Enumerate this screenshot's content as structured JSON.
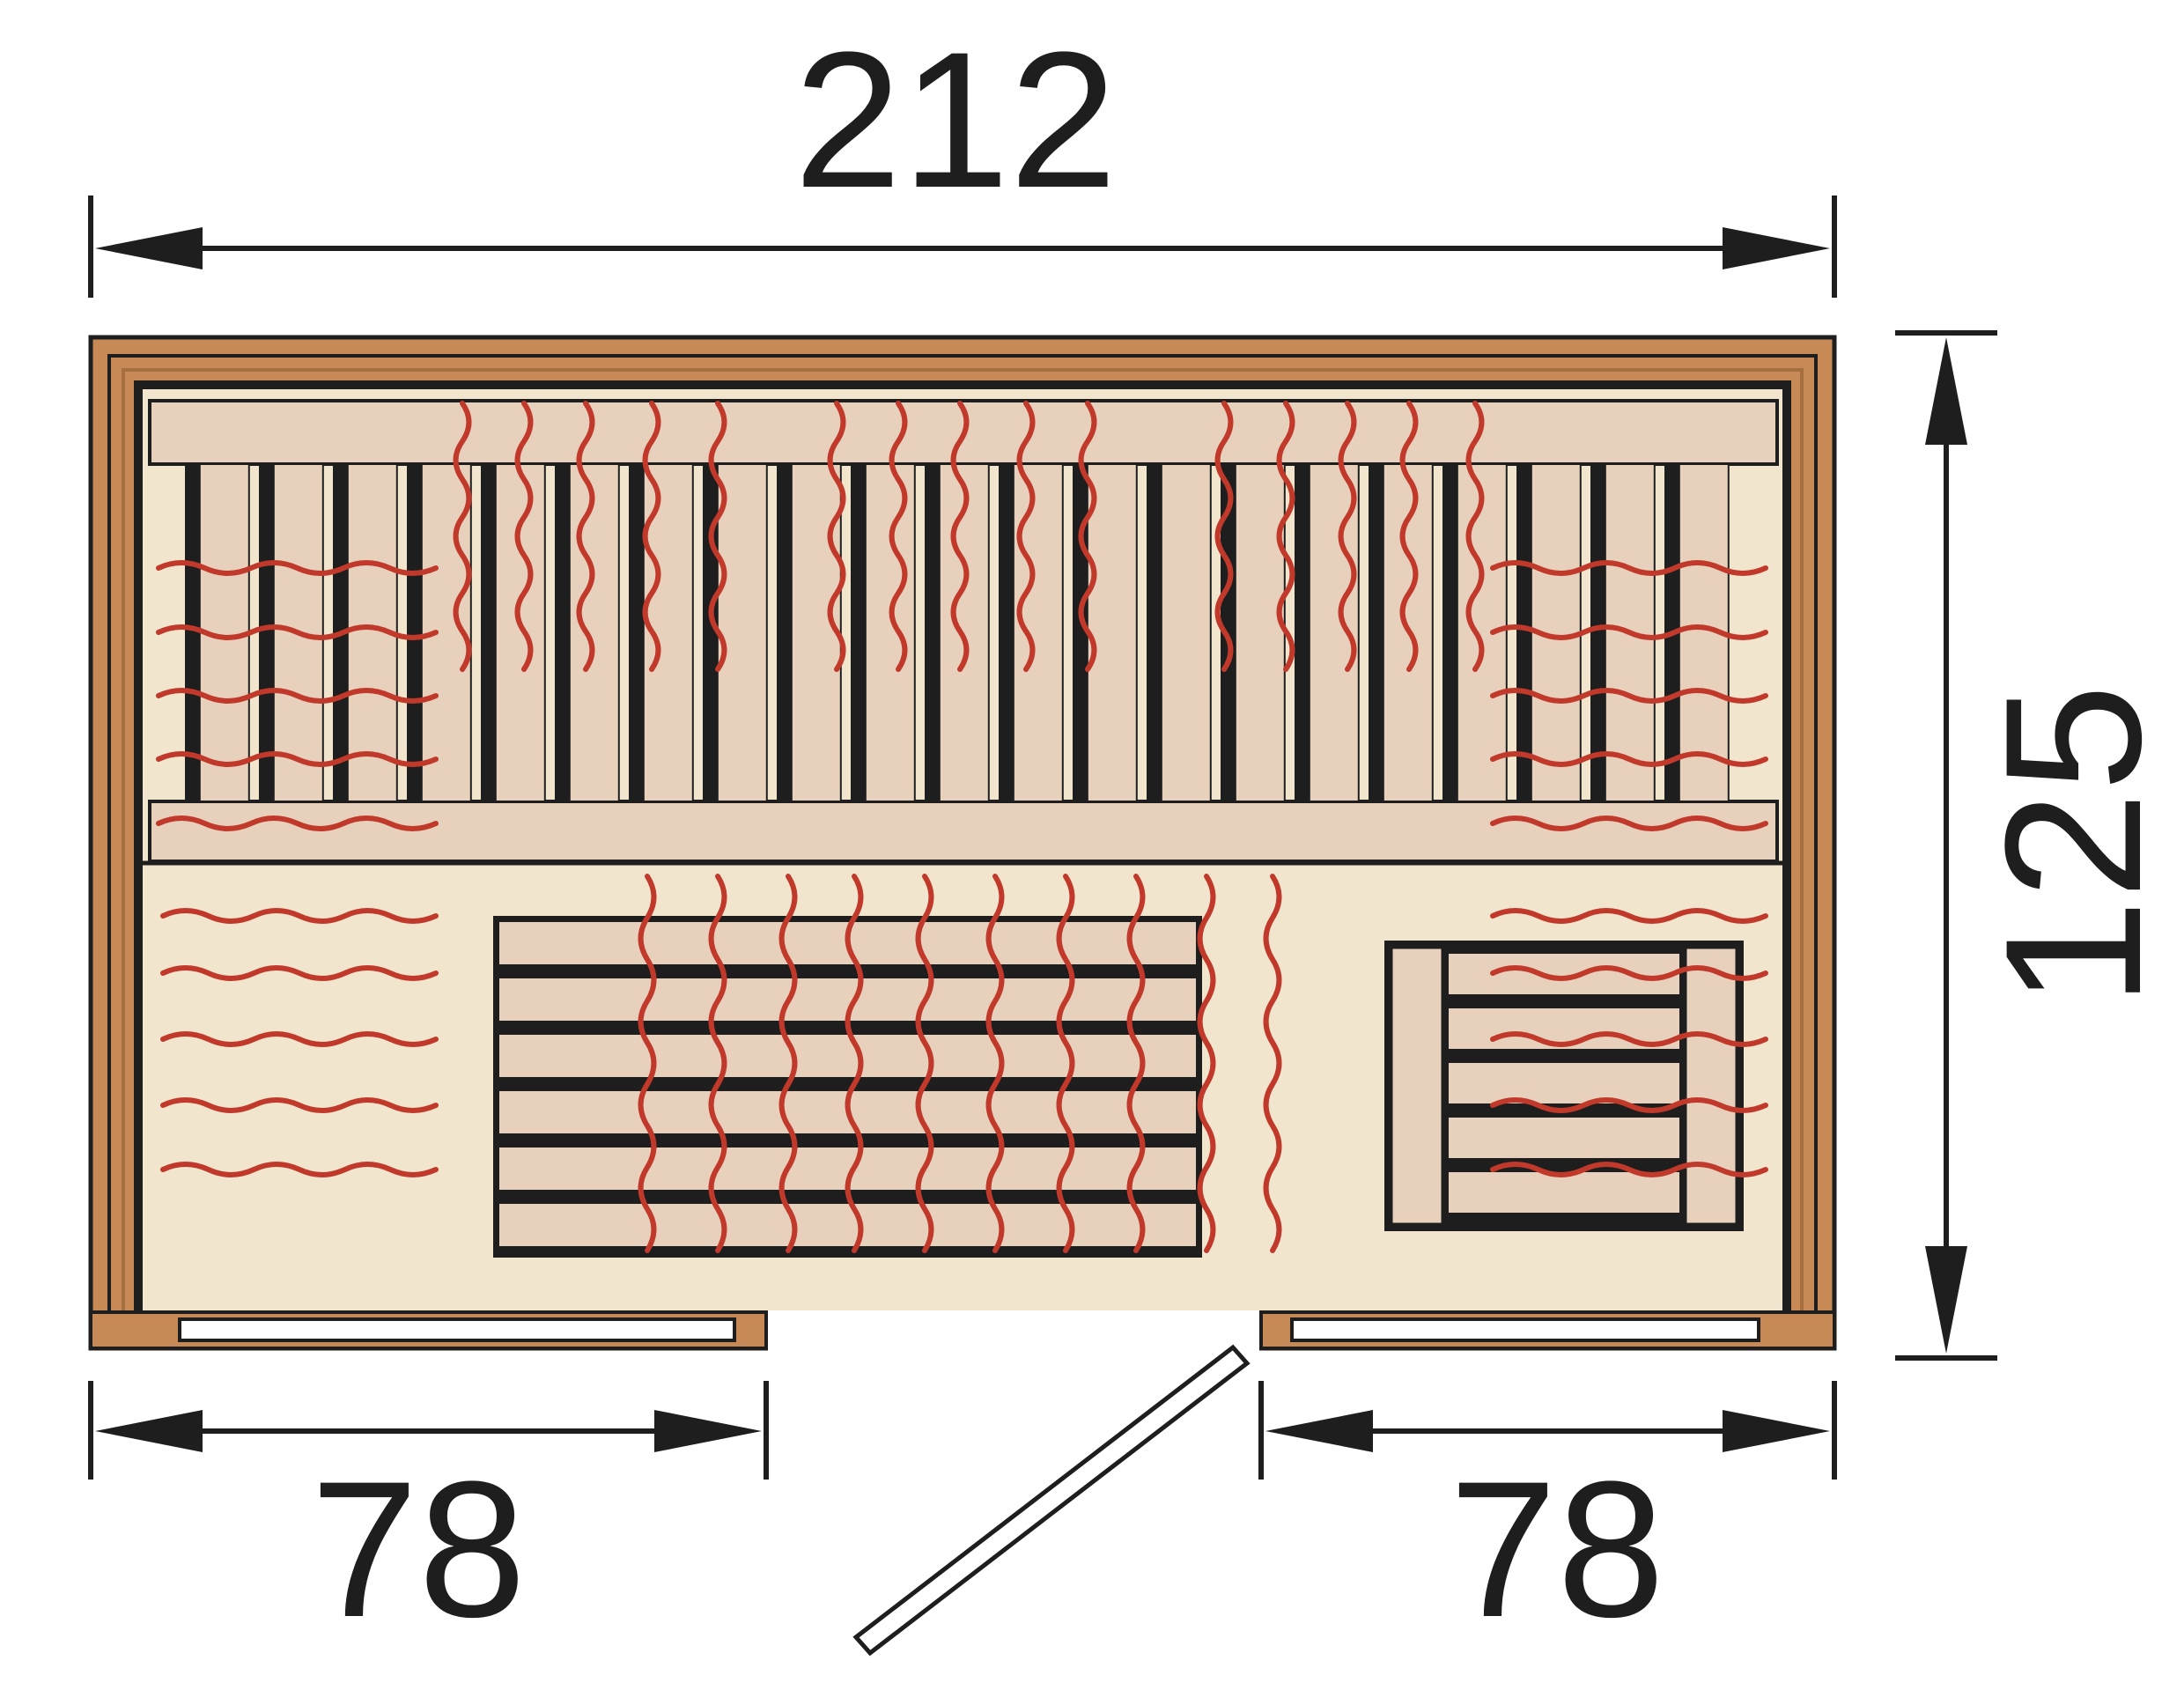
{
  "dimensions": {
    "total_width": "212",
    "total_depth": "125",
    "front_left": "78",
    "front_right": "78"
  },
  "colors": {
    "line": "#1e1e1e",
    "frame": "#c78a56",
    "frame_dark": "#a86f3e",
    "wood": "#e7d1bc",
    "floor": "#f1e6cd",
    "heater": "#c0392b",
    "glass": "#ffffff"
  },
  "icons": {
    "heater": "wavy-infrared-heater-lines",
    "door": "door-leaf-diagonal"
  }
}
